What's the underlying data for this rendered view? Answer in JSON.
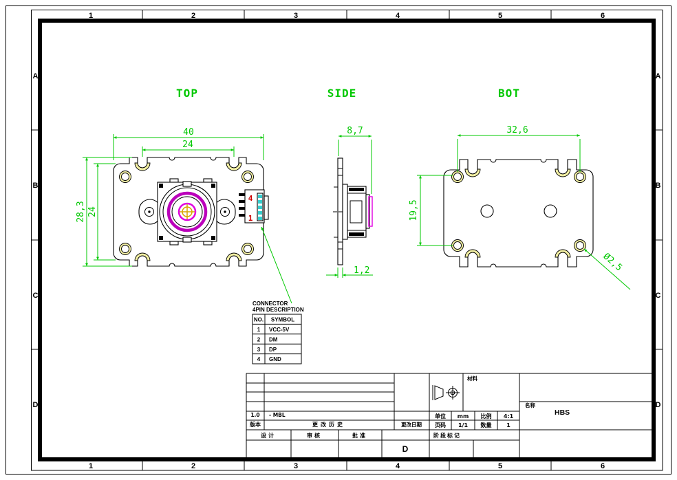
{
  "sheet": {
    "grid_columns": [
      "1",
      "2",
      "3",
      "4",
      "5",
      "6"
    ],
    "grid_rows": [
      "A",
      "B",
      "C",
      "D"
    ]
  },
  "views": {
    "top": {
      "title": "TOP",
      "dim_width": "40",
      "dim_inner_width": "24",
      "dim_height": "28,3",
      "dim_inner_height": "24",
      "connector_pin_top": "4",
      "connector_pin_bottom": "1"
    },
    "side": {
      "title": "SIDE",
      "dim_depth": "8,7",
      "dim_pcb_thickness": "1,2"
    },
    "bot": {
      "title": "BOT",
      "dim_width": "32,6",
      "dim_height": "19,5",
      "dim_hole_dia": "Ø2,5"
    }
  },
  "connector_table": {
    "title_line1": "CONNECTOR",
    "title_line2": "4PIN DESCRIPTION",
    "col_no": "NO.",
    "col_symbol": "SYMBOL",
    "rows": [
      {
        "no": "1",
        "symbol": "VCC-5V"
      },
      {
        "no": "2",
        "symbol": "DM"
      },
      {
        "no": "3",
        "symbol": "DP"
      },
      {
        "no": "4",
        "symbol": "GND"
      }
    ]
  },
  "title_block": {
    "revision": "1.0",
    "revision_note": "- MBL",
    "version_label": "版本",
    "change_history_label": "更改历史",
    "change_date_label": "更改日期",
    "unit_label": "单位",
    "unit_value": "mm",
    "scale_label": "比例",
    "scale_value": "4:1",
    "page_label": "页码",
    "page_value": "1/1",
    "qty_label": "数量",
    "qty_value": "1",
    "material_label": "材料",
    "name_label": "名称",
    "name_value": "HBS",
    "design_label": "设计",
    "review_label": "审核",
    "approve_label": "批准",
    "stage_label": "阶段标记",
    "stage_value": "D"
  },
  "colors": {
    "annotation_green": "#00c800",
    "hole_yellow": "#f2efa3",
    "lens_magenta": "#bb00bb",
    "center_magenta": "#e000e0",
    "crosshair_yellow": "#d9a700",
    "pin_cyan": "#33cccc",
    "pin_number_red": "#cc0000"
  }
}
